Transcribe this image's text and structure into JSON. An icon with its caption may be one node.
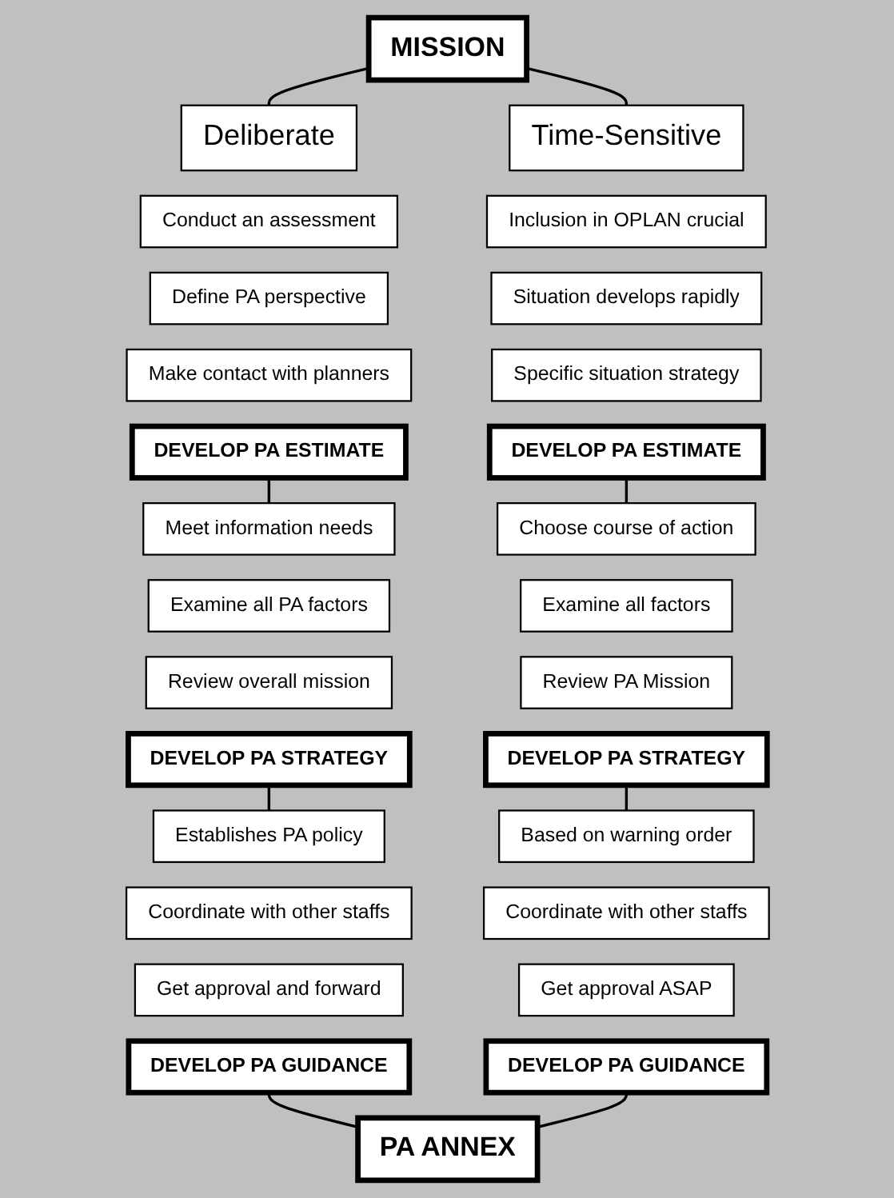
{
  "diagram": {
    "nodes": [
      {
        "text": [
          "MISSION"
        ]
      },
      {
        "text": [
          "Deliberate"
        ]
      },
      {
        "text": [
          "Time-Sensitive"
        ]
      },
      {
        "text": [
          "Conduct an assessment"
        ]
      },
      {
        "text": [
          "Define PA perspective"
        ]
      },
      {
        "text": [
          "Make contact with planners"
        ]
      },
      {
        "text": [
          "DEVELOP PA ESTIMATE"
        ]
      },
      {
        "text": [
          "Inclusion in OPLAN crucial"
        ]
      },
      {
        "text": [
          "Situation develops rapidly"
        ]
      },
      {
        "text": [
          "Specific situation strategy"
        ]
      },
      {
        "text": [
          "DEVELOP PA ESTIMATE"
        ]
      },
      {
        "text": [
          "Meet information needs"
        ]
      },
      {
        "text": [
          "Examine all PA factors"
        ]
      },
      {
        "text": [
          "Review overall mission"
        ]
      },
      {
        "text": [
          "DEVELOP PA STRATEGY"
        ]
      },
      {
        "text": [
          "Choose course of action"
        ]
      },
      {
        "text": [
          "Examine all  factors"
        ]
      },
      {
        "text": [
          "Review PA Mission"
        ]
      },
      {
        "text": [
          "DEVELOP PA STRATEGY"
        ]
      },
      {
        "text": [
          "Establishes PA policy"
        ]
      },
      {
        "text": [
          "Coordinate with other staffs"
        ]
      },
      {
        "text": [
          "Get approval and forward"
        ]
      },
      {
        "text": [
          "DEVELOP PA GUIDANCE"
        ]
      },
      {
        "text": [
          "Based on warning order"
        ]
      },
      {
        "text": [
          "Coordinate with other staffs"
        ]
      },
      {
        "text": [
          "Get approval ASAP"
        ]
      },
      {
        "text": [
          "DEVELOP PA GUIDANCE"
        ]
      },
      {
        "text": [
          "PA ANNEX"
        ]
      }
    ],
    "edges": [
      {
        "from": 0,
        "to": 1,
        "arrow": "none"
      },
      {
        "from": 0,
        "to": 2,
        "arrow": "none"
      },
      {
        "from": 6,
        "to": 11,
        "arrow": "none"
      },
      {
        "from": 10,
        "to": 15,
        "arrow": "none"
      },
      {
        "from": 14,
        "to": 19,
        "arrow": "none"
      },
      {
        "from": 18,
        "to": 23,
        "arrow": "none"
      },
      {
        "from": 22,
        "to": 27,
        "arrow": "none"
      },
      {
        "from": 26,
        "to": 27,
        "arrow": "none"
      }
    ]
  }
}
